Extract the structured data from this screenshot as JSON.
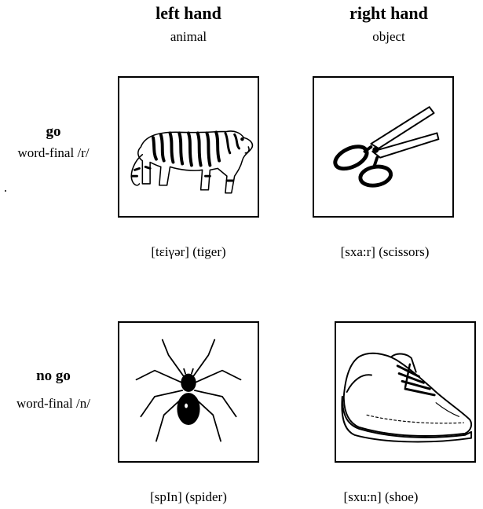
{
  "columns": [
    {
      "title": "left hand",
      "subtitle": "animal"
    },
    {
      "title": "right hand",
      "subtitle": "object"
    }
  ],
  "rows": [
    {
      "title": "go",
      "subtitle": "word-final /r/"
    },
    {
      "title": "no go",
      "subtitle": "word-final /n/"
    }
  ],
  "cells": [
    {
      "caption": "[tεiγər] (tiger)",
      "icon": "tiger-icon"
    },
    {
      "caption": "[sxa:r] (scissors)",
      "icon": "scissors-icon"
    },
    {
      "caption": "[spIn] (spider)",
      "icon": "spider-icon"
    },
    {
      "caption": "[sxu:n] (shoe)",
      "icon": "shoe-icon"
    }
  ]
}
